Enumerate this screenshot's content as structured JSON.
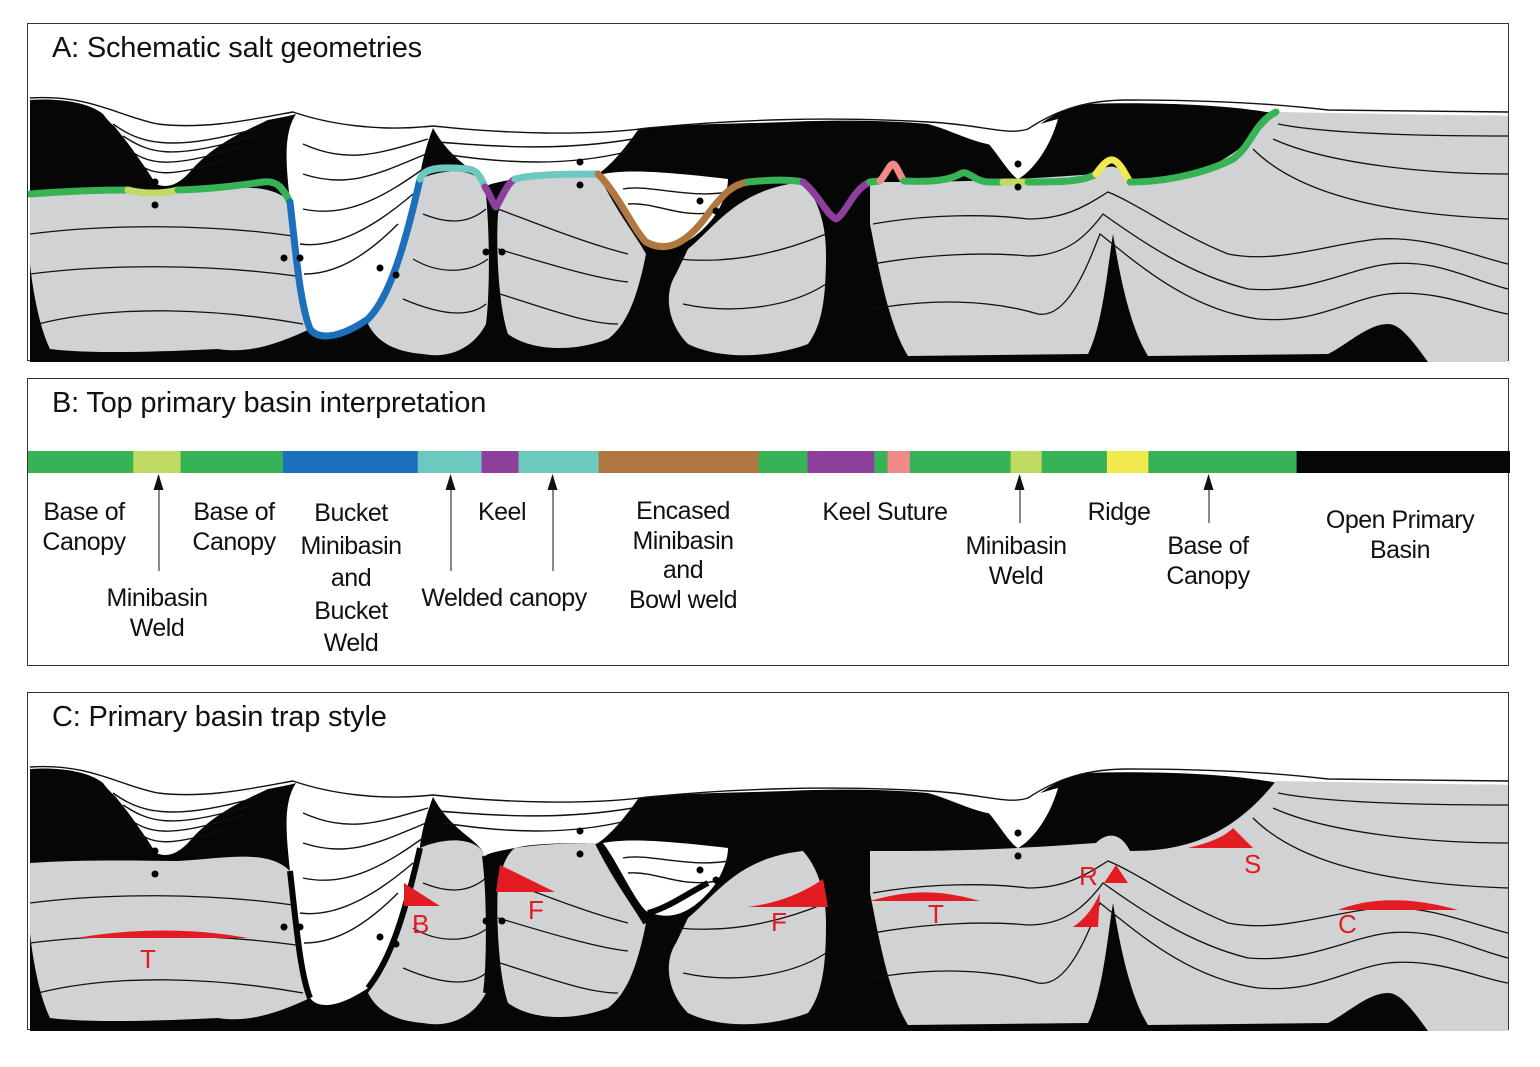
{
  "panels": {
    "a": {
      "title": "A: Schematic salt geometries",
      "legend_colors": {
        "base_of_canopy": "#37b356",
        "minibasin_weld": "#bfdb63",
        "bucket_weld": "#1b6fbb",
        "welded_canopy": "#6cc9c0",
        "keel": "#8e3f9b",
        "bowl_weld": "#b07840",
        "keel_suture": "#f38a8a",
        "ridge": "#f2e94e",
        "salt": "#060606",
        "sediment_fill": "#d1d2d4",
        "overburden": "#ffffff"
      }
    },
    "b": {
      "title": "B: Top primary basin interpretation",
      "bar_segments": [
        {
          "name": "base-of-canopy",
          "color": "#37b356",
          "start": 0.0,
          "end": 0.071
        },
        {
          "name": "minibasin-weld",
          "color": "#bfdb63",
          "start": 0.071,
          "end": 0.103
        },
        {
          "name": "base-of-canopy",
          "color": "#37b356",
          "start": 0.103,
          "end": 0.172
        },
        {
          "name": "bucket-weld",
          "color": "#1b6fbb",
          "start": 0.172,
          "end": 0.263
        },
        {
          "name": "welded-canopy",
          "color": "#6cc9c0",
          "start": 0.263,
          "end": 0.306
        },
        {
          "name": "keel",
          "color": "#8e3f9b",
          "start": 0.306,
          "end": 0.331
        },
        {
          "name": "welded-canopy",
          "color": "#6cc9c0",
          "start": 0.331,
          "end": 0.385
        },
        {
          "name": "bowl-weld",
          "color": "#b07840",
          "start": 0.385,
          "end": 0.493
        },
        {
          "name": "base-of-canopy",
          "color": "#37b356",
          "start": 0.493,
          "end": 0.526
        },
        {
          "name": "keel",
          "color": "#8e3f9b",
          "start": 0.526,
          "end": 0.571
        },
        {
          "name": "base-of-canopy",
          "color": "#37b356",
          "start": 0.571,
          "end": 0.58
        },
        {
          "name": "keel-suture",
          "color": "#f38a8a",
          "start": 0.58,
          "end": 0.595
        },
        {
          "name": "base-of-canopy",
          "color": "#37b356",
          "start": 0.595,
          "end": 0.663
        },
        {
          "name": "minibasin-weld",
          "color": "#bfdb63",
          "start": 0.663,
          "end": 0.684
        },
        {
          "name": "base-of-canopy",
          "color": "#37b356",
          "start": 0.684,
          "end": 0.728
        },
        {
          "name": "ridge",
          "color": "#f2e94e",
          "start": 0.728,
          "end": 0.756
        },
        {
          "name": "base-of-canopy",
          "color": "#37b356",
          "start": 0.756,
          "end": 0.856
        },
        {
          "name": "open-primary-basin",
          "color": "#060606",
          "start": 0.856,
          "end": 1.0
        }
      ],
      "labels": [
        {
          "text": "Base of\nCanopy"
        },
        {
          "text": "Minibasin\nWeld"
        },
        {
          "text": "Base of\nCanopy"
        },
        {
          "text": "Bucket\nMinibasin\nand\nBucket\nWeld"
        },
        {
          "text": "Keel"
        },
        {
          "text": "Welded canopy"
        },
        {
          "text": "Encased\nMinibasin\nand\nBowl weld"
        },
        {
          "text": "Keel Suture"
        },
        {
          "text": "Minibasin\nWeld"
        },
        {
          "text": "Ridge"
        },
        {
          "text": "Base of\nCanopy"
        },
        {
          "text": "Open Primary\nBasin"
        }
      ]
    },
    "c": {
      "title": "C: Primary basin trap style",
      "trap_color": "#e31b23",
      "trap_labels": [
        "T",
        "B",
        "F",
        "F",
        "T",
        "R",
        "S",
        "C"
      ]
    }
  }
}
